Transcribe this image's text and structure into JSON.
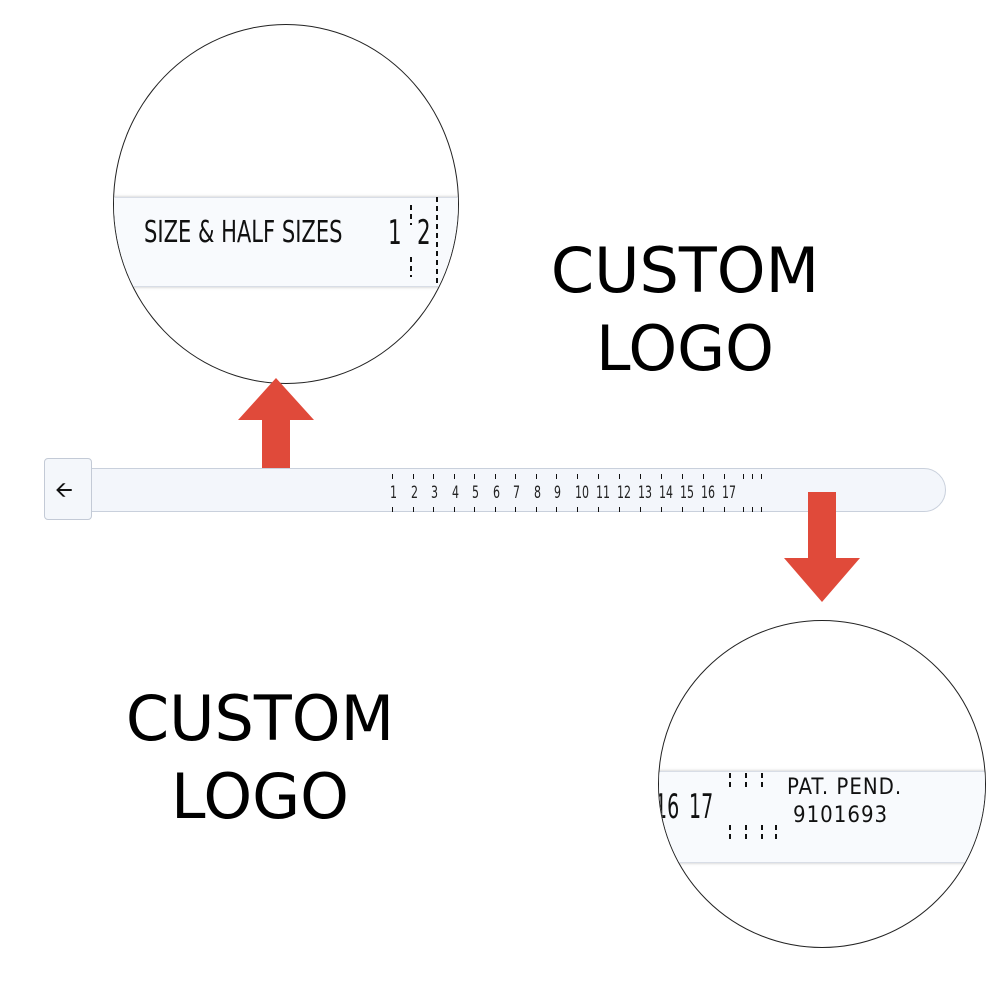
{
  "zoom_top": {
    "label": "SIZE & HALF SIZES",
    "numbers": [
      "1",
      "2"
    ]
  },
  "zoom_bottom": {
    "numbers": [
      "16",
      "17"
    ],
    "patent_label": "PAT. PEND.",
    "patent_number": "9101693"
  },
  "custom_logo_right": [
    "CUSTOM",
    "LOGO"
  ],
  "custom_logo_left": [
    "CUSTOM",
    "LOGO"
  ],
  "ring_sizer": {
    "buckle_icon": "left-arrow-icon",
    "scale": [
      "1",
      "2",
      "3",
      "4",
      "5",
      "6",
      "7",
      "8",
      "9",
      "10",
      "11",
      "12",
      "13",
      "14",
      "15",
      "16",
      "17"
    ]
  },
  "colors": {
    "arrow": "#e04a3a",
    "band": "#f3f6fb",
    "text": "#111111"
  }
}
